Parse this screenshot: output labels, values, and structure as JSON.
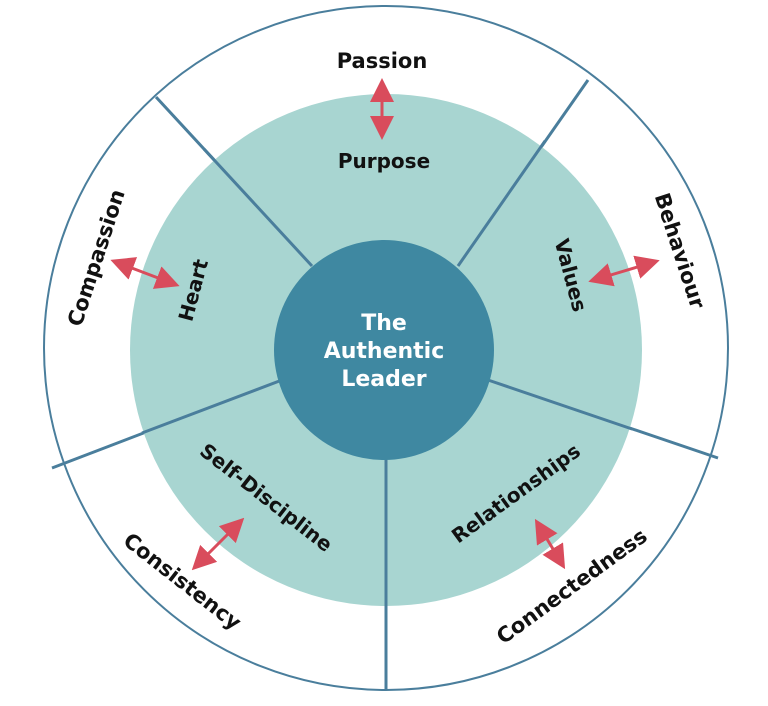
{
  "center": {
    "line1": "The",
    "line2": "Authentic",
    "line3": "Leader"
  },
  "inner": {
    "purpose": "Purpose",
    "values": "Values",
    "relationships": "Relationships",
    "self_discipline": "Self-Discipline",
    "heart": "Heart"
  },
  "outer": {
    "passion": "Passion",
    "behaviour": "Behaviour",
    "connectedness": "Connectedness",
    "consistency": "Consistency",
    "compassion": "Compassion"
  },
  "colors": {
    "outer_ring_stroke": "#4a7e9c",
    "inner_disc": "#a8d5d1",
    "center_disc": "#3f88a1",
    "divider": "#4a7e9c",
    "arrow": "#d94c5c"
  }
}
